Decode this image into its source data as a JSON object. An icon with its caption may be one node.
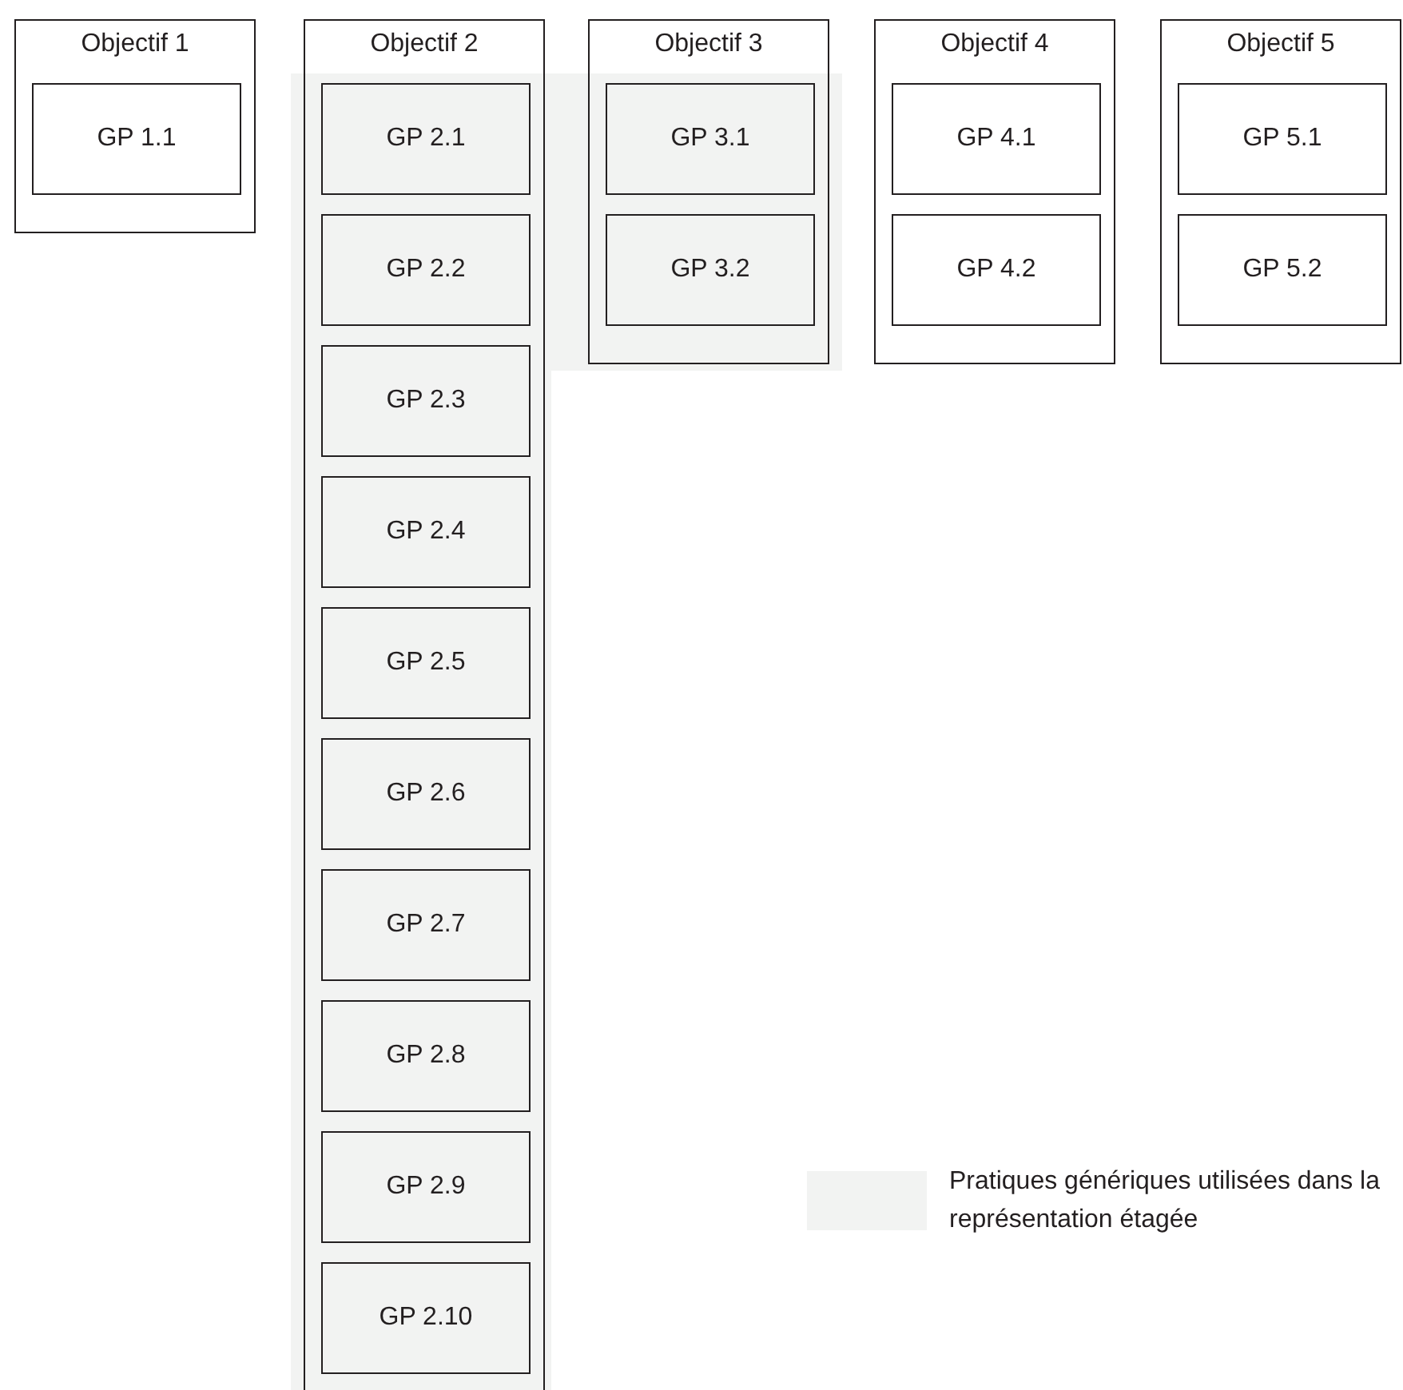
{
  "diagram": {
    "nodes": [
      {
        "text": [
          "Objectif 1"
        ]
      },
      {
        "text": [
          "GP 1.1"
        ],
        "in": 0
      },
      {
        "text": [
          "Objectif 2"
        ]
      },
      {
        "text": [
          "GP 2.1"
        ],
        "in": 2
      },
      {
        "text": [
          "GP 2.2"
        ],
        "in": 2
      },
      {
        "text": [
          "GP 2.3"
        ],
        "in": 2
      },
      {
        "text": [
          "GP 2.4"
        ],
        "in": 2
      },
      {
        "text": [
          "GP 2.5"
        ],
        "in": 2
      },
      {
        "text": [
          "GP 2.6"
        ],
        "in": 2
      },
      {
        "text": [
          "GP 2.7"
        ],
        "in": 2
      },
      {
        "text": [
          "GP 2.8"
        ],
        "in": 2
      },
      {
        "text": [
          "GP 2.9"
        ],
        "in": 2
      },
      {
        "text": [
          "GP 2.10"
        ],
        "in": 2
      },
      {
        "text": [
          "Objectif 3"
        ]
      },
      {
        "text": [
          "GP 3.1"
        ],
        "in": 13
      },
      {
        "text": [
          "GP 3.2"
        ],
        "in": 13
      },
      {
        "text": [
          "Objectif 4"
        ]
      },
      {
        "text": [
          "GP 4.1"
        ],
        "in": 16
      },
      {
        "text": [
          "GP 4.2"
        ],
        "in": 16
      },
      {
        "text": [
          "Objectif 5"
        ]
      },
      {
        "text": [
          "GP 5.1"
        ],
        "in": 19
      },
      {
        "text": [
          "GP 5.2"
        ],
        "in": 19
      }
    ],
    "legend": [
      {
        "text": "Pratiques génériques utilisées dans la représentation étagée",
        "color": "#f2f3f2"
      }
    ]
  }
}
